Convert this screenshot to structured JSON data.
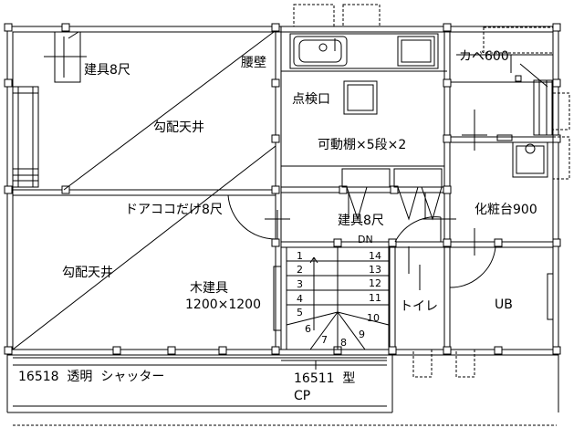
{
  "plan": {
    "labels": {
      "fixture_8_top": "建具8尺",
      "waist_wall": "腰壁",
      "wall_600": "カベ600",
      "access_hatch": "点検口",
      "sloped_ceiling_1": "勾配天井",
      "movable_shelf": "可動棚×5段×2",
      "door_only_here": "ドアココだけ8尺",
      "fixture_8_mid": "建具8尺",
      "vanity": "化粧台900",
      "sloped_ceiling_2": "勾配天井",
      "wood_fixture": "木建具",
      "wood_fixture_size": "1200×1200",
      "toilet": "トイレ",
      "unit_bath": "UB",
      "shutter": "16518  透明  シャッター",
      "window_type": "16511  型",
      "cp": "CP",
      "dn": "DN"
    },
    "stair_numbers": [
      "1",
      "2",
      "3",
      "4",
      "5",
      "6",
      "7",
      "8",
      "9",
      "10",
      "11",
      "12",
      "13",
      "14"
    ]
  }
}
